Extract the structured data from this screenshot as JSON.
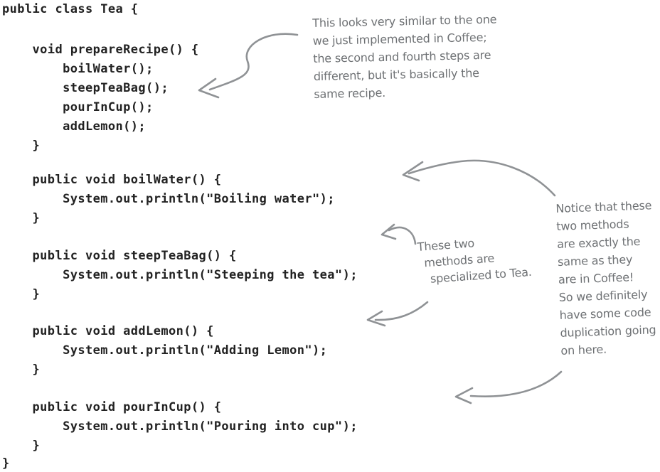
{
  "code": {
    "color": "#222222",
    "blocks": [
      [
        "public class Tea {"
      ],
      [
        "    void prepareRecipe() {",
        "        boilWater();",
        "        steepTeaBag();",
        "        pourInCup();",
        "        addLemon();",
        "    }"
      ],
      [
        "    public void boilWater() {",
        "        System.out.println(\"Boiling water\");",
        "    }"
      ],
      [
        "    public void steepTeaBag() {",
        "        System.out.println(\"Steeping the tea\");",
        "    }"
      ],
      [
        "    public void addLemon() {",
        "        System.out.println(\"Adding Lemon\");",
        "    }"
      ],
      [
        "    public void pourInCup() {",
        "        System.out.println(\"Pouring into cup\");",
        "    }"
      ],
      [
        "}"
      ]
    ]
  },
  "annotations": {
    "text_color": "#6e7174",
    "arrow_color": "#8f9295",
    "similar_recipe": {
      "lines": [
        "This looks very similar to the one",
        "we just implemented in Coffee;",
        "the second and fourth steps are",
        "different, but it's basically the",
        "same recipe."
      ]
    },
    "specialized": {
      "lines": [
        "These two",
        "methods are",
        "specialized to Tea."
      ]
    },
    "duplication": {
      "lines": [
        "Notice that these",
        "two methods",
        "are exactly the",
        "same as they",
        "are in Coffee!",
        "So we definitely",
        "have some code",
        "duplication going",
        "on here."
      ]
    }
  }
}
